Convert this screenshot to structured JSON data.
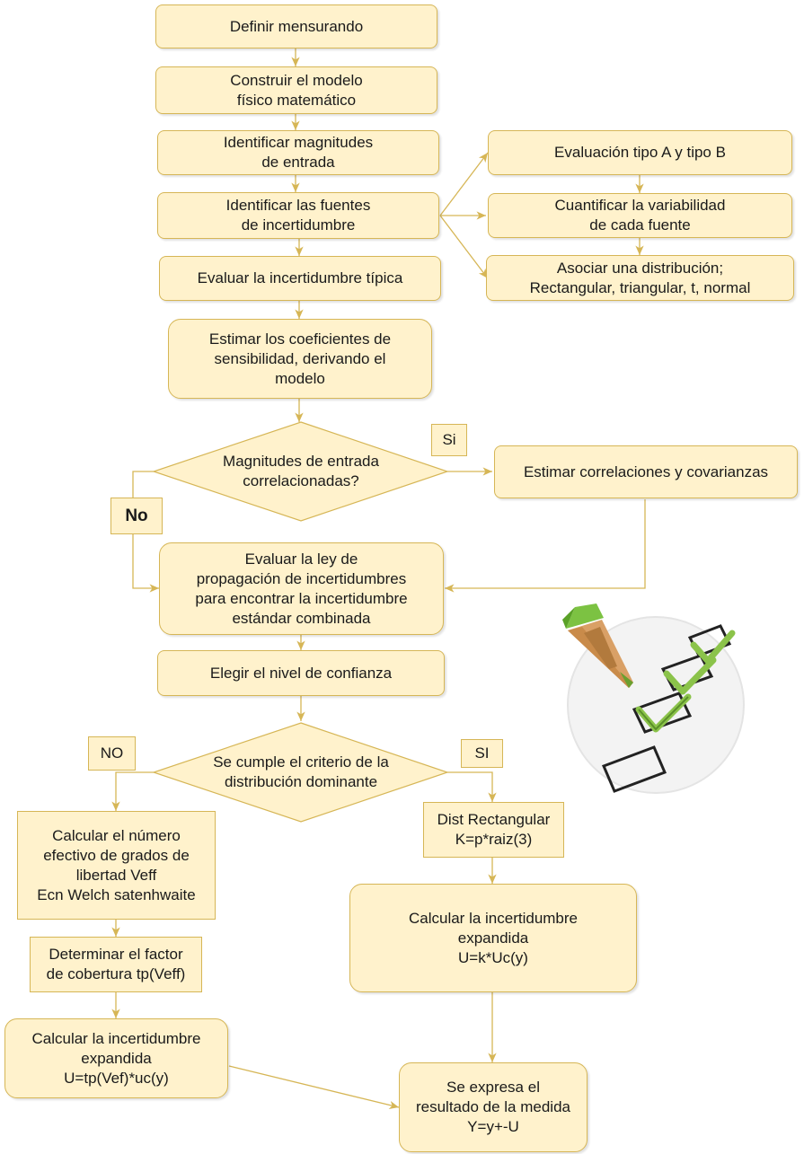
{
  "steps": {
    "definir": "Definir mensurando",
    "construir": "Construir el modelo\nfísico matemático",
    "identificar_mag": "Identificar magnitudes\nde entrada",
    "identificar_fuentes": "Identificar las fuentes\nde incertidumbre",
    "evaluar_tipica": "Evaluar la incertidumbre típica",
    "estimar_coef": "Estimar los coeficientes de\nsensibilidad, derivando el\nmodelo",
    "evaluacion_ab": "Evaluación tipo A y tipo B",
    "cuantificar": "Cuantificar la variabilidad\nde cada fuente",
    "asociar": "Asociar una distribución;\nRectangular, triangular, t, normal",
    "estimar_corr": "Estimar correlaciones y covarianzas",
    "evaluar_ley": "Evaluar la ley de\npropagación de incertidumbres\npara encontrar la incertidumbre\nestándar combinada",
    "elegir_nivel": "Elegir el nivel de confianza",
    "calc_veff": "Calcular el número\nefectivo de grados de\nlibertad Veff\nEcn Welch satenhwaite",
    "determinar_factor": "Determinar el factor\nde cobertura tp(Veff)",
    "calc_exp_left": "Calcular la incertidumbre\nexpandida\nU=tp(Vef)*uc(y)",
    "dist_rect": "Dist Rectangular\nK=p*raiz(3)",
    "calc_exp_right": "Calcular la incertidumbre\nexpandida\nU=k*Uc(y)",
    "resultado": "Se expresa el\nresultado de la medida\nY=y+-U"
  },
  "decisions": {
    "correlacionadas": "Magnitudes de entrada\ncorrelacionadas?",
    "criterio": "Se cumple el criterio de la\ndistribución dominante"
  },
  "labels": {
    "si_1": "Si",
    "no_1": "No",
    "no_2": "NO",
    "si_2": "SI"
  },
  "illustration": {
    "icon": "checklist-pencil-icon"
  },
  "colors": {
    "fill": "#fff2cc",
    "stroke": "#d6b656",
    "check_green": "#8bc34a"
  }
}
